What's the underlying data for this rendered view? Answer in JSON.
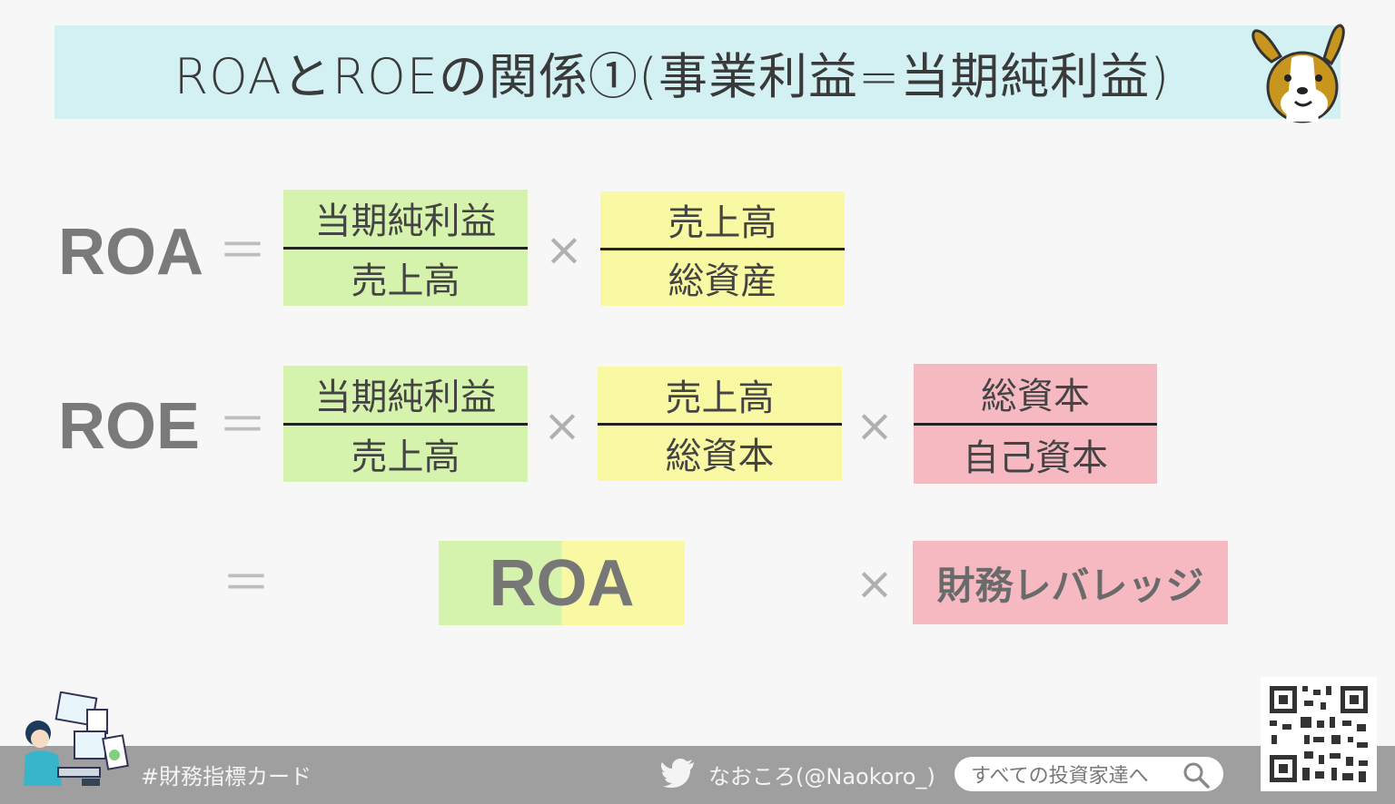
{
  "title": "ROAとROEの関係①(事業利益=当期純利益)",
  "row1": {
    "label": "ROA",
    "equals": "＝",
    "frac1": {
      "num": "当期純利益",
      "den": "売上高"
    },
    "times": "×",
    "frac2": {
      "num": "売上高",
      "den": "総資産"
    }
  },
  "row2": {
    "label": "ROE",
    "equals": "＝",
    "frac1": {
      "num": "当期純利益",
      "den": "売上高"
    },
    "times1": "×",
    "frac2": {
      "num": "売上高",
      "den": "総資本"
    },
    "times2": "×",
    "frac3": {
      "num": "総資本",
      "den": "自己資本"
    }
  },
  "row3": {
    "equals": "＝",
    "roa": "ROA",
    "times": "×",
    "leverage": "財務レバレッジ"
  },
  "footer": {
    "hashtag": "#財務指標カード",
    "handle": "なおころ(@Naokoro_)",
    "search_text": "すべての投資家達へ"
  },
  "colors": {
    "title_bg": "#d3f1f3",
    "green": "#d6f3ad",
    "yellow": "#f9f9a3",
    "pink": "#f6b9c2",
    "footer_bg": "#9f9f9f"
  }
}
